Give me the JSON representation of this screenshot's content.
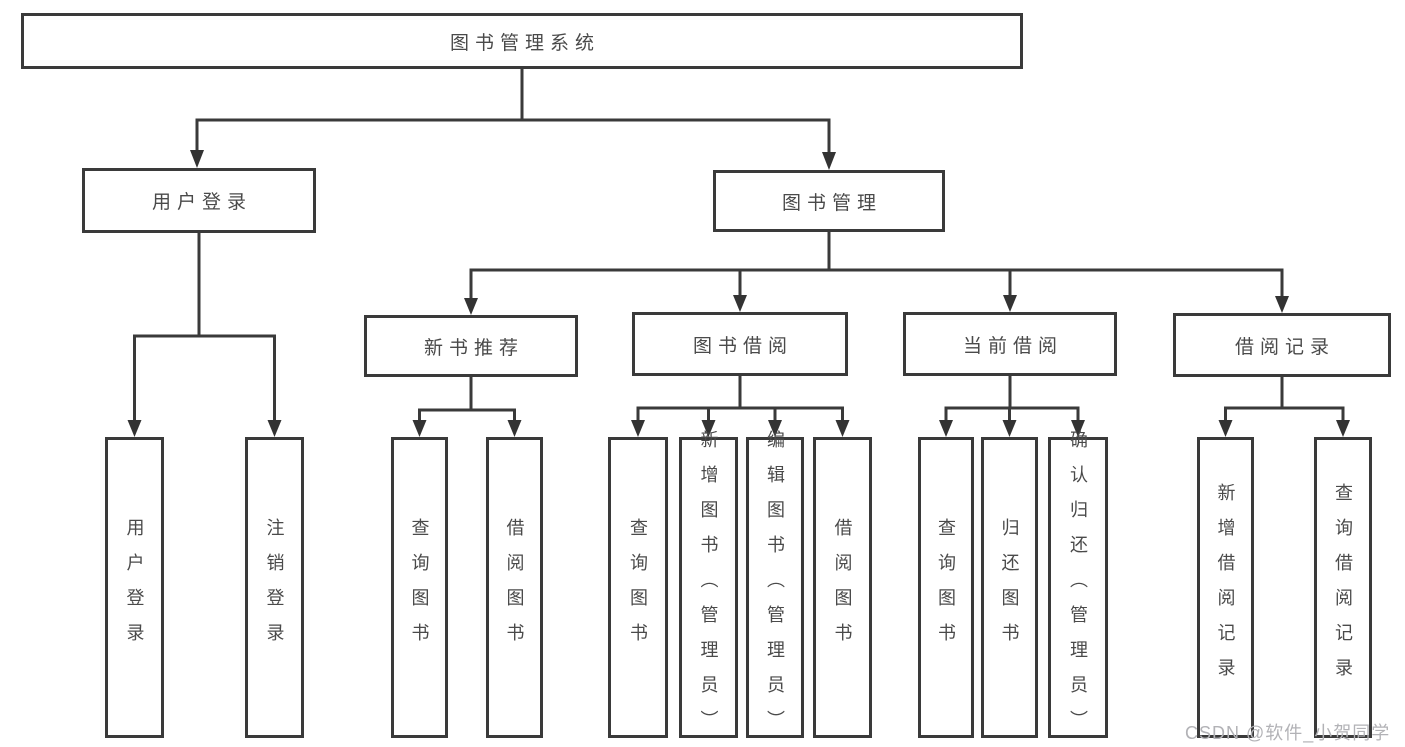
{
  "colors": {
    "line": "#3a3a3a",
    "arrow": "#333333",
    "text": "#4a4a4a",
    "background": "#ffffff",
    "watermark": "#b2b2b6"
  },
  "tree": {
    "label": "图书管理系统",
    "children": [
      {
        "label": "用户登录",
        "children": [
          {
            "label": "用户登录"
          },
          {
            "label": "注销登录"
          }
        ]
      },
      {
        "label": "图书管理",
        "children": [
          {
            "label": "新书推荐",
            "children": [
              {
                "label": "查询图书"
              },
              {
                "label": "借阅图书"
              }
            ]
          },
          {
            "label": "图书借阅",
            "children": [
              {
                "label": "查询图书"
              },
              {
                "label": "新增图书（管理员）"
              },
              {
                "label": "编辑图书（管理员）"
              },
              {
                "label": "借阅图书"
              }
            ]
          },
          {
            "label": "当前借阅",
            "children": [
              {
                "label": "查询图书"
              },
              {
                "label": "归还图书"
              },
              {
                "label": "确认归还（管理员）"
              }
            ]
          },
          {
            "label": "借阅记录",
            "children": [
              {
                "label": "新增借阅记录"
              },
              {
                "label": "查询借阅记录"
              }
            ]
          }
        ]
      }
    ]
  },
  "watermark": {
    "text": "CSDN @软件_小贺同学"
  }
}
